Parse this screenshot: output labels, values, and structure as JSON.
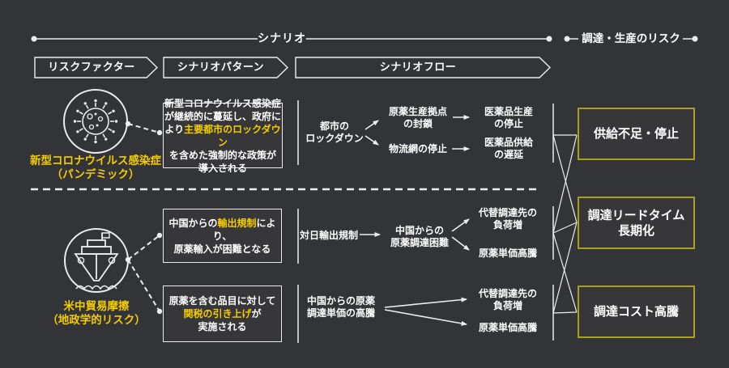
{
  "header": {
    "scenario": "シナリオ",
    "procurement_risk": "調達・生産のリスク",
    "col_risk_factor": "リスクファクター",
    "col_scenario_pattern": "シナリオパターン",
    "col_scenario_flow": "シナリオフロー"
  },
  "risk_factors": {
    "covid": {
      "icon": "virus-icon",
      "line1": "新型コロナウイルス感染症",
      "line2": "（パンデミック）"
    },
    "trade": {
      "icon": "cargo-ship-icon",
      "line1": "米中貿易摩擦",
      "line2": "（地政学的リスク）"
    }
  },
  "patterns": {
    "covid": {
      "lines": [
        [
          "新型コロナウイルス感染症"
        ],
        [
          "が継続的に蔓延し、政府に"
        ],
        [
          "より",
          "主要都市のロックダウン"
        ],
        [
          "を含めた強制的な政策が"
        ],
        [
          "導入される"
        ]
      ]
    },
    "export": {
      "lines": [
        [
          "中国からの",
          "輸出規制",
          "により、"
        ],
        [
          "原薬輸入が困難となる"
        ]
      ]
    },
    "tariff": {
      "lines": [
        [
          "原薬を含む品目に対して"
        ],
        [
          "関税の引き上げ",
          "が"
        ],
        [
          "実施される"
        ]
      ]
    }
  },
  "flows": {
    "covid": {
      "trigger": [
        "都市の",
        "ロックダウン"
      ],
      "cause1": [
        "原薬生産拠点",
        "の封鎖"
      ],
      "effect1": [
        "医薬品生産",
        "の停止"
      ],
      "cause2": [
        "物流網の停止"
      ],
      "effect2": [
        "医薬品供給",
        "の遅延"
      ]
    },
    "export": {
      "trigger": [
        "対日輸出規制"
      ],
      "mid": [
        "中国からの",
        "原薬調達困難"
      ],
      "effect1": [
        "代替調達先の",
        "負荷増"
      ],
      "effect2": [
        "原薬単価高騰"
      ]
    },
    "tariff": {
      "trigger": [
        "中国からの原薬",
        "調達単価の高騰"
      ],
      "effect1": [
        "代替調達先の",
        "負荷増"
      ],
      "effect2": [
        "原薬単価高騰"
      ]
    }
  },
  "risks": {
    "supply": [
      "供給不足・停止"
    ],
    "leadtime": [
      "調達リードタイム",
      "長期化"
    ],
    "cost": [
      "調達コスト高騰"
    ]
  },
  "colors": {
    "background": "#333437",
    "highlight_yellow": "#f5cc00",
    "risk_box_border": "#ab9e25",
    "line_white": "#ededed"
  }
}
